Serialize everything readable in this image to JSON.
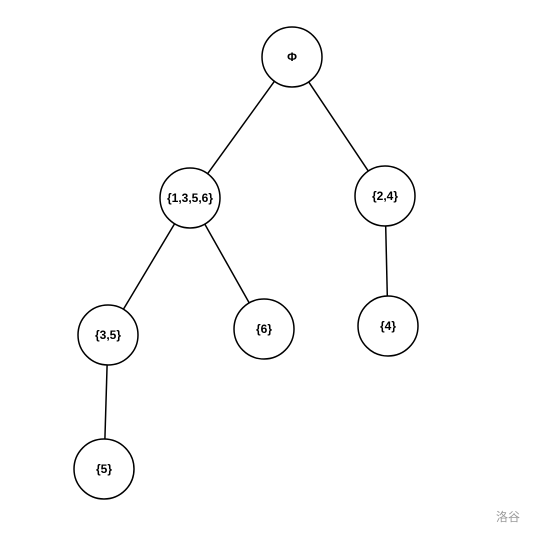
{
  "tree": {
    "nodes": [
      {
        "id": "root",
        "label": "Φ"
      },
      {
        "id": "n1356",
        "label": "{1,3,5,6}"
      },
      {
        "id": "n24",
        "label": "{2,4}"
      },
      {
        "id": "n35",
        "label": "{3,5}"
      },
      {
        "id": "n6",
        "label": "{6}"
      },
      {
        "id": "n4",
        "label": "{4}"
      },
      {
        "id": "n5",
        "label": "{5}"
      }
    ],
    "edges": [
      {
        "from": "root",
        "to": "n1356"
      },
      {
        "from": "root",
        "to": "n24"
      },
      {
        "from": "n1356",
        "to": "n35"
      },
      {
        "from": "n1356",
        "to": "n6"
      },
      {
        "from": "n24",
        "to": "n4"
      },
      {
        "from": "n35",
        "to": "n5"
      }
    ]
  },
  "watermark": "洛谷",
  "colors": {
    "stroke": "#000000",
    "fill": "#ffffff",
    "watermark": "#9a9a9a"
  }
}
